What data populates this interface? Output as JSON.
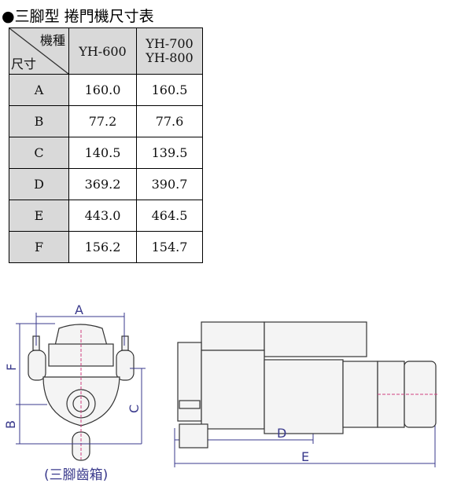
{
  "title": "●三腳型  捲門機尺寸表",
  "table": {
    "corner_top": "機種",
    "corner_bottom": "尺寸",
    "models": [
      "YH-600",
      "YH-700\nYH-800"
    ],
    "model_lines": [
      [
        "YH-600"
      ],
      [
        "YH-700",
        "YH-800"
      ]
    ],
    "rows": [
      {
        "dim": "A",
        "v1": "160.0",
        "v2": "160.5"
      },
      {
        "dim": "B",
        "v1": "77.2",
        "v2": "77.6"
      },
      {
        "dim": "C",
        "v1": "140.5",
        "v2": "139.5"
      },
      {
        "dim": "D",
        "v1": "369.2",
        "v2": "390.7"
      },
      {
        "dim": "E",
        "v1": "443.0",
        "v2": "464.5"
      },
      {
        "dim": "F",
        "v1": "156.2",
        "v2": "154.7"
      }
    ]
  },
  "drawing": {
    "labels": {
      "A": "A",
      "B": "B",
      "C": "C",
      "D": "D",
      "E": "E",
      "F": "F"
    },
    "caption": "(三腳齒箱)",
    "dim_color": "#3a3a8c"
  }
}
